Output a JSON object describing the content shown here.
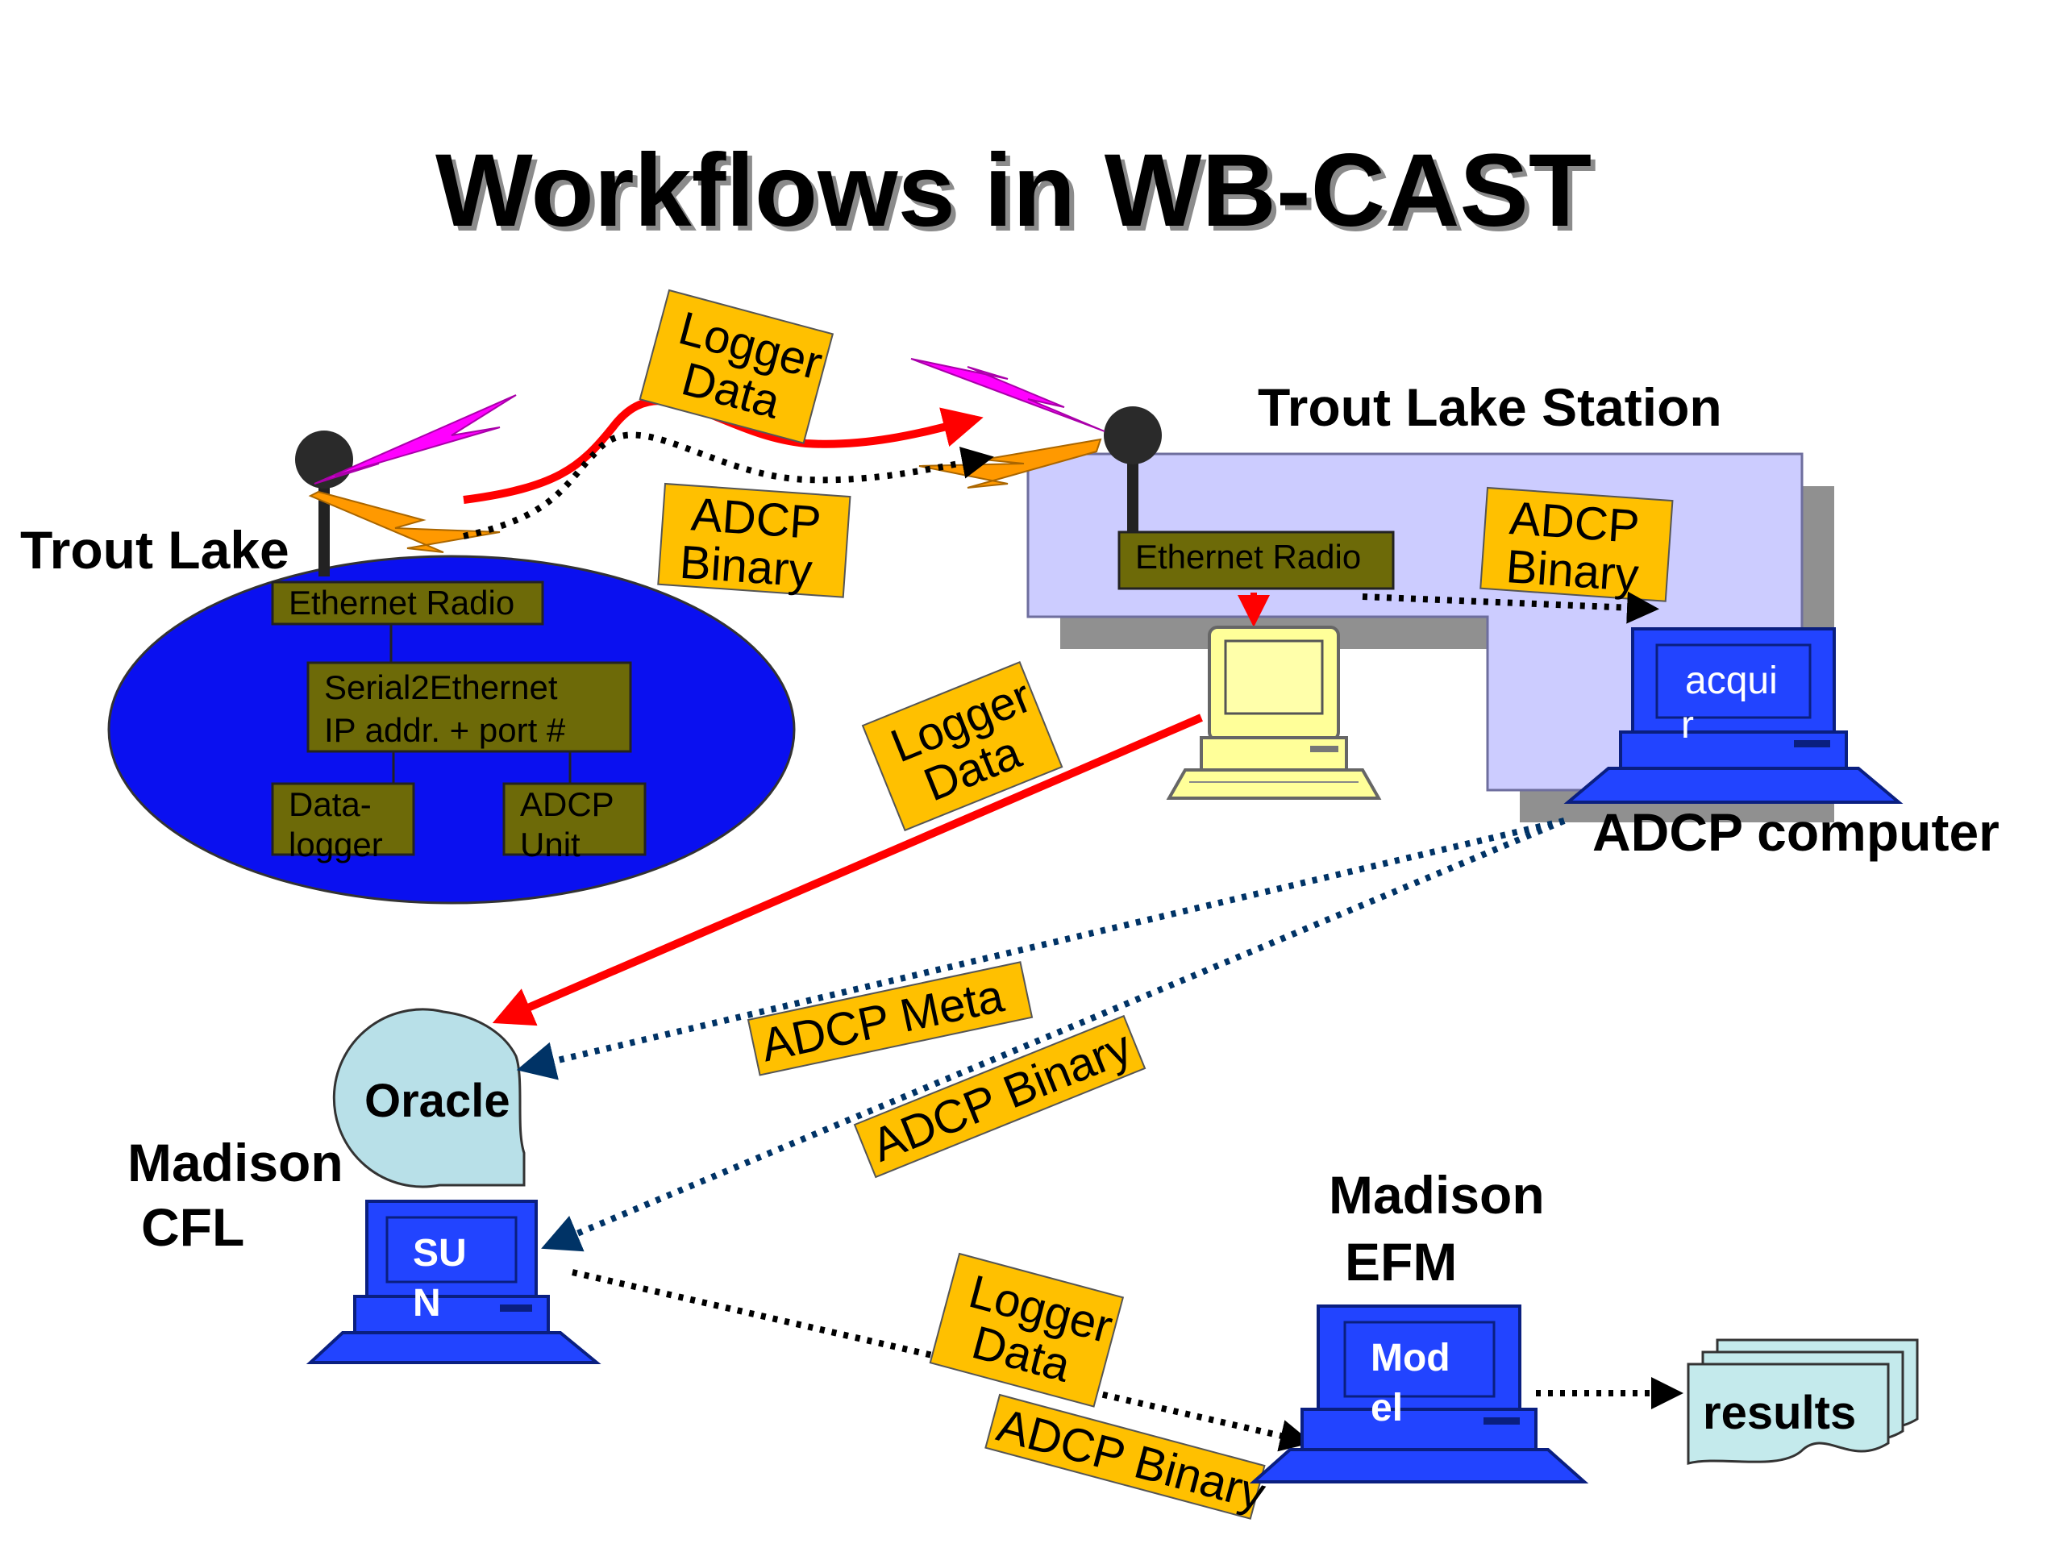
{
  "title": "Workflows in WB-CAST",
  "places": {
    "trout_lake": "Trout Lake",
    "trout_lake_station": "Trout Lake Station",
    "adcp_computer": "ADCP computer",
    "madison_cfl": [
      "Madison",
      "CFL"
    ],
    "madison_efm": [
      "Madison",
      "EFM"
    ]
  },
  "labels": {
    "ethernet_radio": "Ethernet Radio",
    "serial2ethernet": [
      "Serial2Ethernet",
      "IP addr. + port #"
    ],
    "datalogger": [
      "Data-",
      "logger"
    ],
    "adcp_unit": [
      "ADCP",
      "Unit"
    ],
    "logger_data": [
      "Logger",
      "Data"
    ],
    "adcp_binary_two_line": [
      "ADCP",
      "Binary"
    ],
    "adcp_meta": "ADCP Meta",
    "adcp_binary": "ADCP Binary"
  },
  "nodes": {
    "oracle": "Oracle",
    "acquir": [
      "acqui",
      "r"
    ],
    "sun": [
      "SU",
      "N"
    ],
    "model": [
      "Mod",
      "el"
    ],
    "results": "results"
  },
  "colors": {
    "lake": "#0a10f0",
    "box_fill": "#6d6a08",
    "tag_fill": "#ffc000",
    "station": "#ccccff",
    "station_shadow": "#909090",
    "red_flow": "#ff0000",
    "navy_flow": "#003366",
    "computer_blue": "#2244ff",
    "pc_cream": "#ffff99",
    "oracle_fill": "#b8e0e8",
    "results_fill": "#c4eaec",
    "lightning_pink": "#ff00ff",
    "lightning_orange": "#ff9900"
  }
}
